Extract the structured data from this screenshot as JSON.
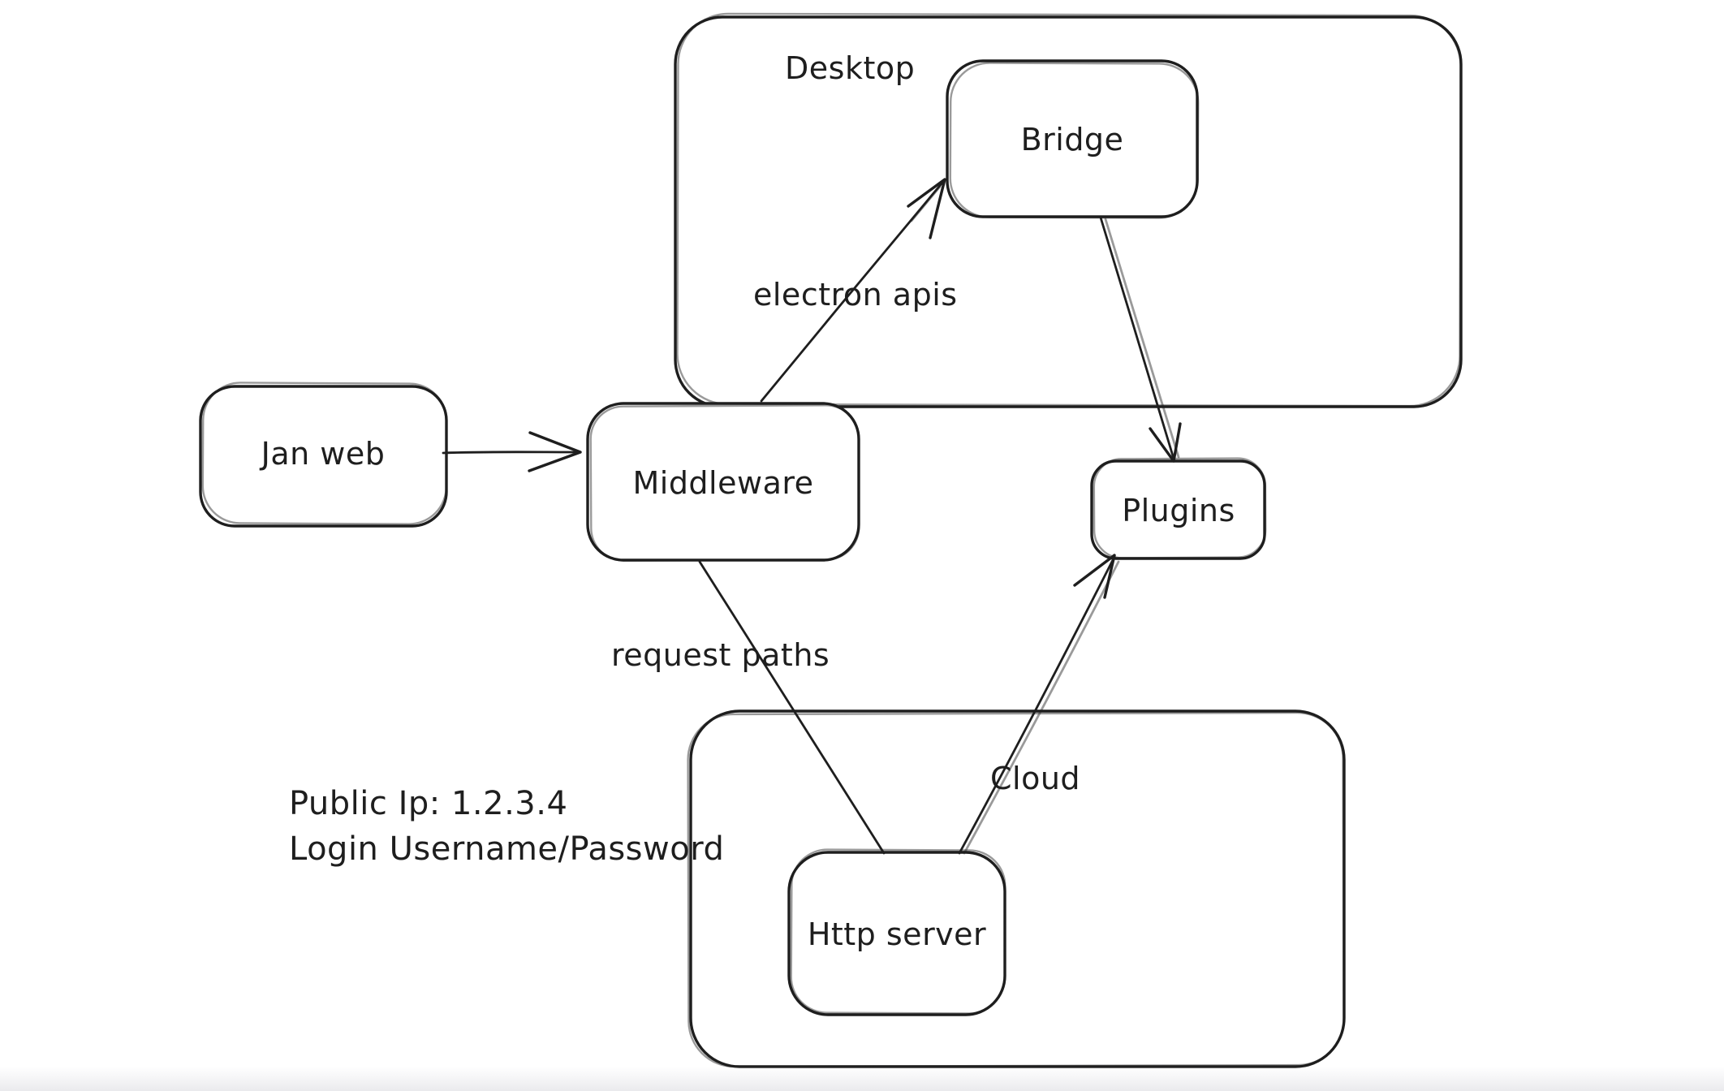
{
  "diagram": {
    "containers": [
      {
        "id": "desktop",
        "label": "Desktop"
      },
      {
        "id": "cloud",
        "label": "Cloud"
      }
    ],
    "nodes": [
      {
        "id": "jan-web",
        "label": "Jan web"
      },
      {
        "id": "middleware",
        "label": "Middleware"
      },
      {
        "id": "bridge",
        "label": "Bridge"
      },
      {
        "id": "plugins",
        "label": "Plugins"
      },
      {
        "id": "http-server",
        "label": "Http server"
      }
    ],
    "edges": [
      {
        "id": "jan-web-to-middleware",
        "from": "Jan web",
        "to": "Middleware",
        "label": ""
      },
      {
        "id": "middleware-to-bridge",
        "from": "Middleware",
        "to": "Bridge",
        "label": "electron apis"
      },
      {
        "id": "bridge-to-plugins",
        "from": "Bridge",
        "to": "Plugins",
        "label": ""
      },
      {
        "id": "middleware-to-http-server",
        "from": "Middleware",
        "to": "Http server",
        "label": "request paths"
      },
      {
        "id": "http-server-to-plugins",
        "from": "Http server",
        "to": "Plugins",
        "label": ""
      }
    ],
    "notes": {
      "line1": "Public Ip: 1.2.3.4",
      "line2": "Login Username/Password"
    },
    "colors": {
      "stroke": "#1e1e1e",
      "node_fill": "#ffffff",
      "background": "#ffffff"
    }
  }
}
